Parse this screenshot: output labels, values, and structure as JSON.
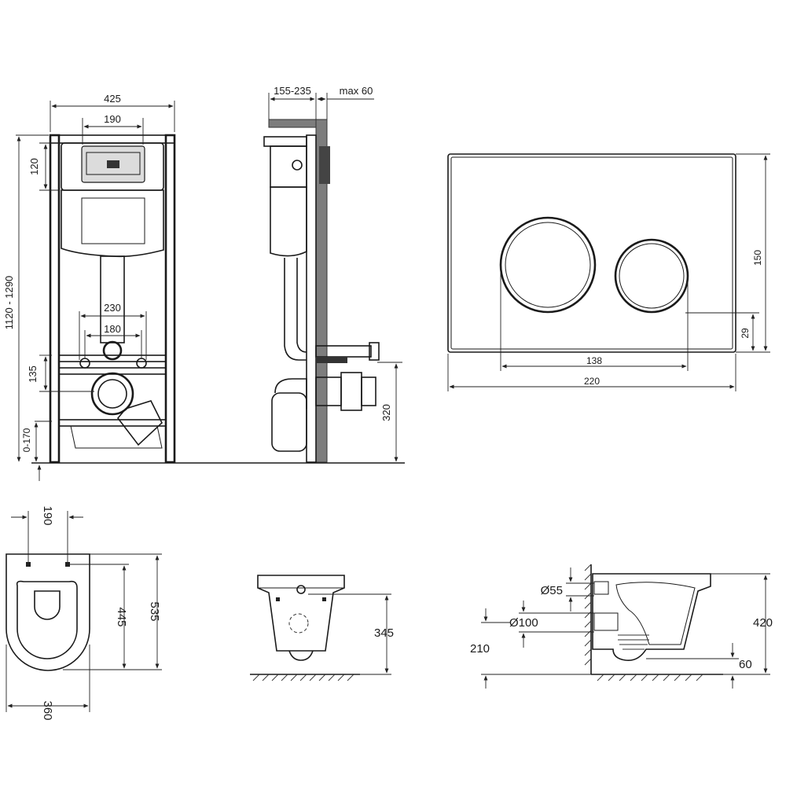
{
  "frame_front": {
    "width": "425",
    "plate_width": "190",
    "top_offset": "120",
    "height_range": "1120 - 1290",
    "anchor_span_outer": "230",
    "anchor_span_inner": "180",
    "outlet_height": "135",
    "foot_adjust": "0-170"
  },
  "frame_side": {
    "depth_range": "155-235",
    "wall_max": "max 60",
    "outlet_axis": "320"
  },
  "flush_plate": {
    "height": "150",
    "button_offset": "29",
    "button_span": "138",
    "width": "220"
  },
  "bowl_top": {
    "hole_spacing": "190",
    "hole_depth": "445",
    "length": "535",
    "width": "360"
  },
  "bowl_front": {
    "height": "345"
  },
  "bowl_side": {
    "inlet_diameter": "Ø55",
    "outlet_diameter": "Ø100",
    "outlet_height": "210",
    "height": "420",
    "outlet_offset": "60"
  }
}
